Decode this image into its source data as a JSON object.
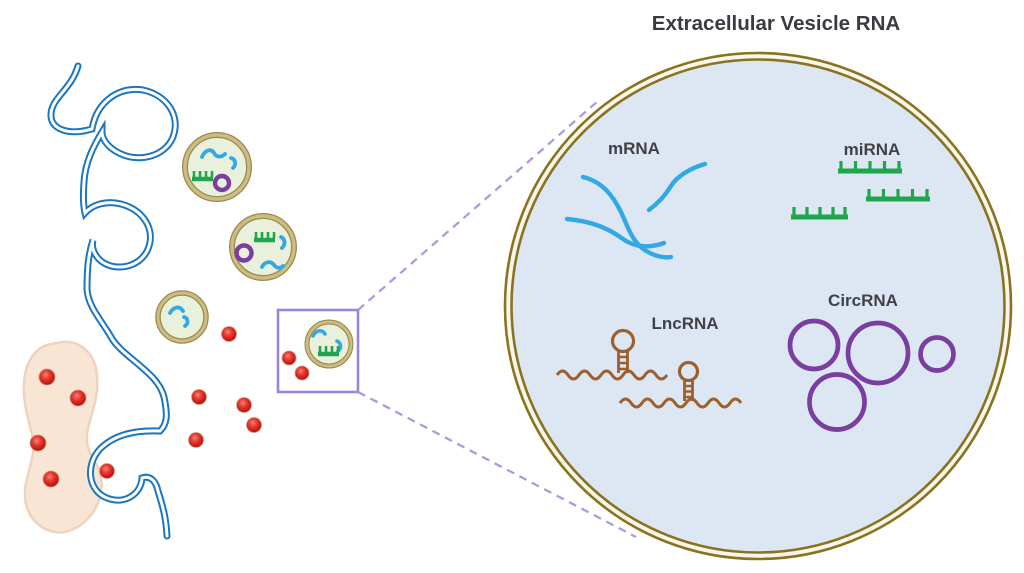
{
  "title": "Extracellular Vesicle RNA",
  "labels": {
    "mrna": "mRNA",
    "mirna": "miRNA",
    "lncrna": "LncRNA",
    "circrna": "CircRNA"
  },
  "colors": {
    "membrane_blue": "#1c76c0",
    "rna_blue": "#32a9e5",
    "mirna_green": "#21a54c",
    "lncrna_brown": "#9d5f2d",
    "circrna_purple": "#7a3da0",
    "zoom_box_purple": "#9b84da",
    "connector_dash_purple": "#ab9ae0",
    "ev_ring_gold": "#8a7320",
    "ev_fill_blue": "#dce7f3",
    "vesicle_ring_tan": "#9c8b50",
    "vesicle_fill_green": "#e9f1dc",
    "particle_red": "#c61a13",
    "organelle_peach": "#f9e5d4",
    "title_text": "#3a3a42"
  }
}
